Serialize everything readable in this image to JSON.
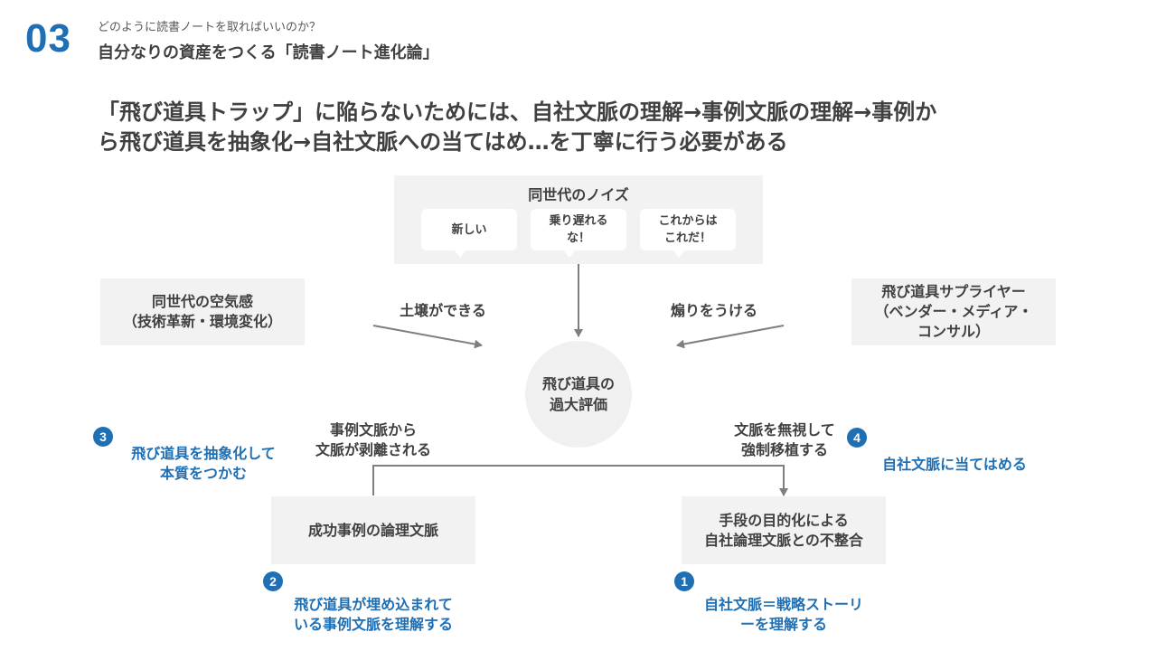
{
  "section": {
    "number": "03",
    "subtitle": "どのように読書ノートを取ればいいのか？",
    "title": "自分なりの資産をつくる「読書ノート進化論」"
  },
  "headline": {
    "line1": "「飛び道具トラップ」に陥らないためには、自社文脈の理解→事例文脈の理解→事例か",
    "line2": "ら飛び道具を抽象化→自社文脈への当てはめ…を丁寧に行う必要がある"
  },
  "noise_box": {
    "title": "同世代のノイズ",
    "bubbles": [
      {
        "line1": "新しい",
        "line2": ""
      },
      {
        "line1": "乗り遅れる",
        "line2": "な！"
      },
      {
        "line1": "これからは",
        "line2": "これだ！"
      }
    ]
  },
  "left_box": {
    "line1": "同世代の空気感",
    "line2": "（技術革新・環境変化）"
  },
  "right_box": {
    "line1": "飛び道具サプライヤー",
    "line2": "（ベンダー・メディア・",
    "line3": "コンサル）"
  },
  "arrow_labels": {
    "left": "土壌ができる",
    "right": "煽りをうける"
  },
  "center_circle": {
    "line1": "飛び道具の",
    "line2": "過大評価"
  },
  "branch_labels": {
    "left": {
      "line1": "事例文脈から",
      "line2": "文脈が剥離される"
    },
    "right": {
      "line1": "文脈を無視して",
      "line2": "強制移植する"
    }
  },
  "bottom_boxes": {
    "left": {
      "line1": "成功事例の論理文脈"
    },
    "right": {
      "line1": "手段の目的化による",
      "line2": "自社論理文脈との不整合"
    }
  },
  "steps": [
    {
      "num": "1",
      "line1": "自社文脈＝戦略ストーリ",
      "line2": "ーを理解する"
    },
    {
      "num": "2",
      "line1": "飛び道具が埋め込まれて",
      "line2": "いる事例文脈を理解する"
    },
    {
      "num": "3",
      "line1": "飛び道具を抽象化して",
      "line2": "本質をつかむ"
    },
    {
      "num": "4",
      "line1": "自社文脈に当てはめる"
    }
  ],
  "colors": {
    "accent": "#1f6fb4",
    "box": "#f2f2f2",
    "text": "#404040",
    "line": "#7f7f7f"
  }
}
